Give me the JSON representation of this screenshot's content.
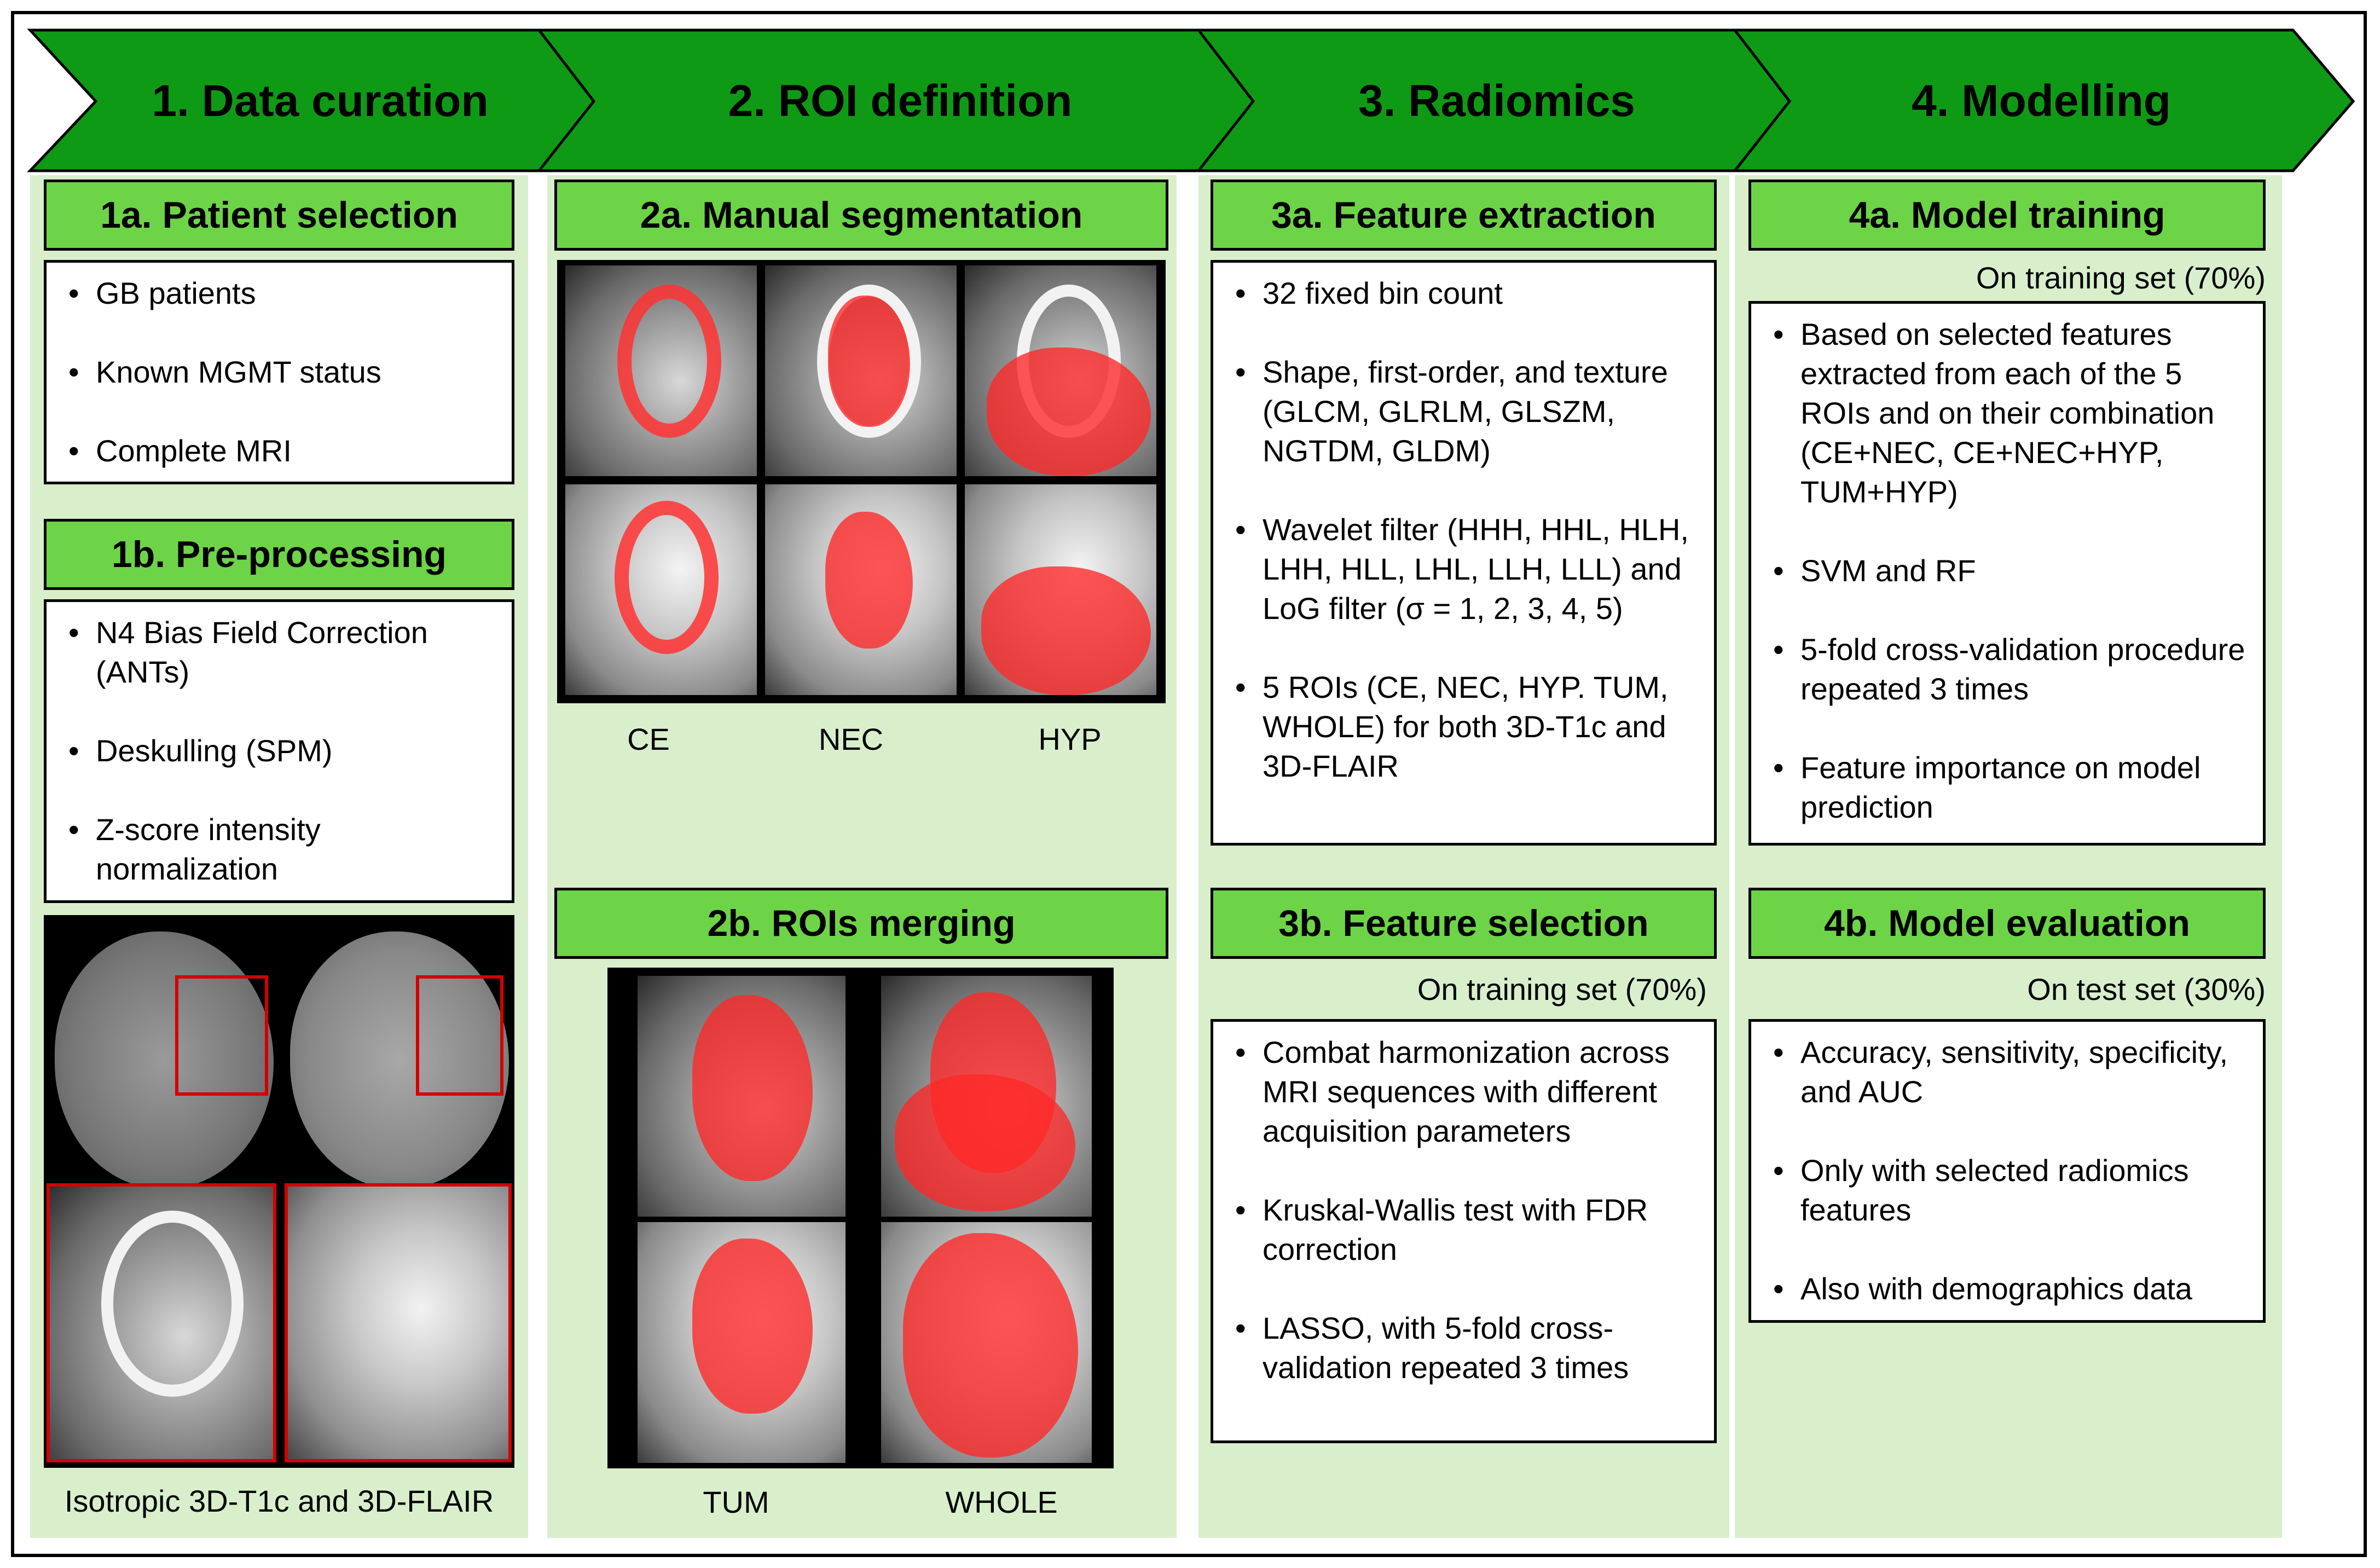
{
  "colors": {
    "green_arrow": "#0f9a16",
    "green_header": "#6ed447",
    "panel_bg": "#d9efcc",
    "segmentation": "#ff2a2a"
  },
  "steps": [
    {
      "label": "1. Data curation"
    },
    {
      "label": "2. ROI definition"
    },
    {
      "label": "3. Radiomics"
    },
    {
      "label": "4. Modelling"
    }
  ],
  "col1": {
    "a_title": "1a. Patient selection",
    "a_items": [
      "GB patients",
      "Known MGMT status",
      "Complete MRI"
    ],
    "b_title": "1b. Pre-processing",
    "b_items": [
      "N4 Bias Field Correction (ANTs)",
      "Deskulling (SPM)",
      "Z-score intensity normalization"
    ],
    "caption": "Isotropic 3D-T1c and 3D-FLAIR"
  },
  "col2": {
    "a_title": "2a. Manual segmentation",
    "a_labels": [
      "CE",
      "NEC",
      "HYP"
    ],
    "b_title": "2b. ROIs merging",
    "b_labels": [
      "TUM",
      "WHOLE"
    ]
  },
  "col3": {
    "a_title": "3a. Feature extraction",
    "a_items": [
      "32 fixed bin count",
      "Shape, first-order, and texture (GLCM, GLRLM, GLSZM, NGTDM, GLDM)",
      "Wavelet filter (HHH, HHL, HLH, LHH, HLL, LHL, LLH, LLL) and LoG filter (σ = 1, 2, 3, 4, 5)",
      "5 ROIs (CE, NEC, HYP. TUM, WHOLE) for both 3D-T1c and 3D-FLAIR"
    ],
    "b_title": "3b. Feature selection",
    "b_note": "On training set (70%)",
    "b_items": [
      "Combat harmonization across MRI sequences with different acquisition parameters",
      "Kruskal-Wallis test with FDR correction",
      "LASSO, with 5-fold cross-validation repeated 3 times"
    ]
  },
  "col4": {
    "a_title": "4a. Model training",
    "a_note": "On training set (70%)",
    "a_items": [
      "Based on selected features extracted from each of the 5 ROIs and on their combination (CE+NEC, CE+NEC+HYP, TUM+HYP)",
      "SVM and RF",
      "5-fold cross-validation procedure repeated 3 times",
      "Feature importance on model prediction"
    ],
    "b_title": "4b. Model evaluation",
    "b_note": "On test set (30%)",
    "b_items": [
      "Accuracy, sensitivity, specificity, and AUC",
      "Only with selected radiomics features",
      "Also with demographics data"
    ]
  }
}
